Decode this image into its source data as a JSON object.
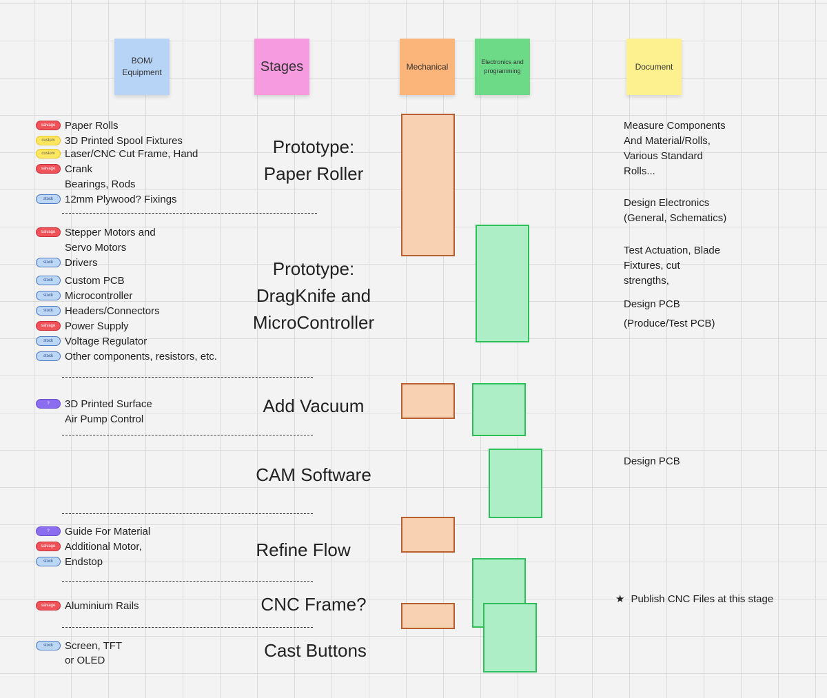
{
  "headers": {
    "bom": "BOM/ Equipment",
    "stages": "Stages",
    "mechanical": "Mechanical",
    "electronics": "Electronics and programming",
    "document": "Document"
  },
  "bom_items": [
    {
      "tag": "salvage",
      "text": "Paper Rolls"
    },
    {
      "tag": "custom",
      "text": "3D Printed Spool Fixtures"
    },
    {
      "tag": "custom",
      "text": "Laser/CNC Cut Frame, Hand"
    },
    {
      "tag": "salvage",
      "text": "Crank"
    },
    {
      "tag": "",
      "text": "Bearings, Rods"
    },
    {
      "tag": "stock",
      "text": "12mm Plywood? Fixings"
    },
    {
      "tag": "salvage",
      "text": "Stepper Motors and"
    },
    {
      "tag": "",
      "text": "Servo Motors"
    },
    {
      "tag": "stock",
      "text": "Drivers"
    },
    {
      "tag": "stock",
      "text": "Custom PCB"
    },
    {
      "tag": "stock",
      "text": "Microcontroller"
    },
    {
      "tag": "stock",
      "text": "Headers/Connectors"
    },
    {
      "tag": "salvage",
      "text": "Power Supply"
    },
    {
      "tag": "stock",
      "text": "Voltage Regulator"
    },
    {
      "tag": "stock",
      "text": "Other components, resistors, etc."
    },
    {
      "tag": "purple",
      "text": "3D Printed Surface"
    },
    {
      "tag": "",
      "text": "Air Pump Control"
    },
    {
      "tag": "purple",
      "text": "Guide For Material"
    },
    {
      "tag": "salvage",
      "text": "Additional Motor,"
    },
    {
      "tag": "stock",
      "text": "Endstop"
    },
    {
      "tag": "salvage",
      "text": "Aluminium Rails"
    },
    {
      "tag": "stock",
      "text": "Screen, TFT"
    },
    {
      "tag": "",
      "text": "or OLED"
    }
  ],
  "tag_labels": {
    "salvage": "salvage",
    "custom": "custom",
    "stock": "stock",
    "purple": "?"
  },
  "stages": [
    {
      "line1": "Prototype:",
      "line2": "Paper Roller"
    },
    {
      "line1": "Prototype:",
      "line2": "DragKnife and",
      "line3": "MicroController"
    },
    {
      "line1": "Add Vacuum"
    },
    {
      "line1": "CAM Software"
    },
    {
      "line1": "Refine Flow"
    },
    {
      "line1": "CNC Frame?"
    },
    {
      "line1": "Cast Buttons"
    }
  ],
  "documents": [
    "Measure Components",
    "And Material/Rolls,",
    "Various Standard",
    "Rolls...",
    "Design Electronics",
    "(General, Schematics)",
    "Test Actuation, Blade",
    "Fixtures, cut",
    "strengths,",
    "Design PCB",
    "(Produce/Test PCB)",
    "Design PCB",
    "Publish CNC Files at this stage"
  ],
  "colors": {
    "bom_sticky": "#b7d4f7",
    "stages_sticky": "#f79be0",
    "mechanical_sticky": "#fbb57a",
    "electronics_sticky": "#6dda88",
    "document_sticky": "#fdf08f"
  }
}
